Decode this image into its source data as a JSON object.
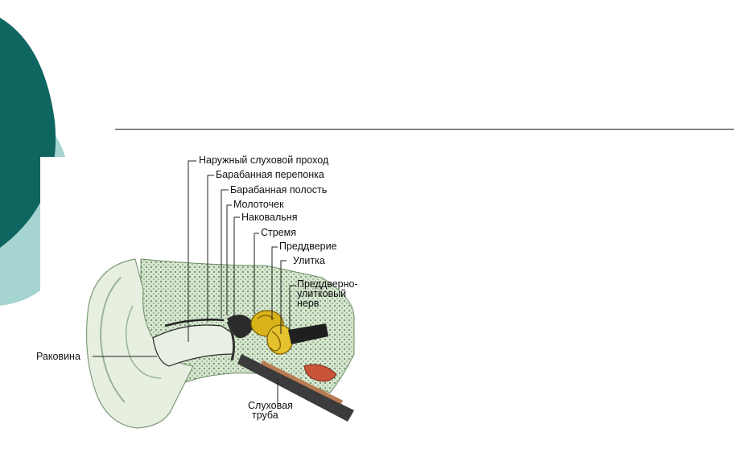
{
  "slide": {
    "colors": {
      "teal_dark": "#0f6660",
      "teal_light": "#a6d4d0",
      "rule": "#1a1a1a"
    }
  },
  "diagram": {
    "labels": {
      "ear_canal": "Наружный слуховой проход",
      "eardrum": "Барабанная перепонка",
      "tympanic_cavity": "Барабанная полость",
      "malleus": "Молоточек",
      "incus": "Наковальня",
      "stapes": "Стремя",
      "vestibule": "Преддверие",
      "cochlea": "Улитка",
      "nerve_line1": "Преддверно-",
      "nerve_line2": "улитковый",
      "nerve_line3": "нерв",
      "auricle": "Раковина",
      "tube_line1": "Слуховая",
      "tube_line2": "труба"
    }
  }
}
